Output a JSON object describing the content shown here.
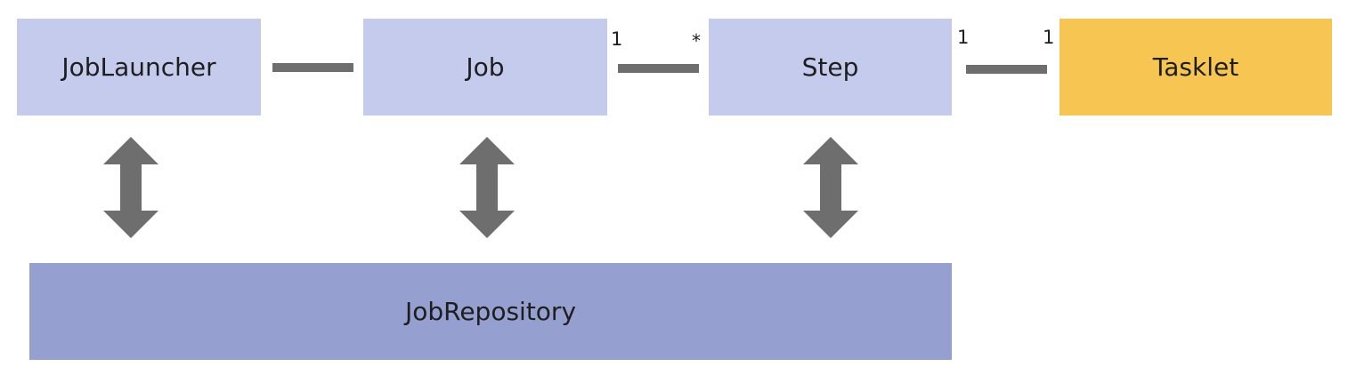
{
  "boxes": {
    "job_launcher": "JobLauncher",
    "job": "Job",
    "step": "Step",
    "tasklet": "Tasklet",
    "job_repository": "JobRepository"
  },
  "multiplicities": {
    "job_to_step_job_side": "1",
    "job_to_step_step_side": "*",
    "step_to_tasklet_step_side": "1",
    "step_to_tasklet_tasklet_side": "1"
  },
  "colors": {
    "box_light": "#c5cbec",
    "box_dark": "#95a0d0",
    "box_gold": "#f7c652",
    "connector": "#6e6e6e"
  },
  "icons": {
    "bidirectional_arrow": "double-headed-vertical-arrow-icon"
  }
}
